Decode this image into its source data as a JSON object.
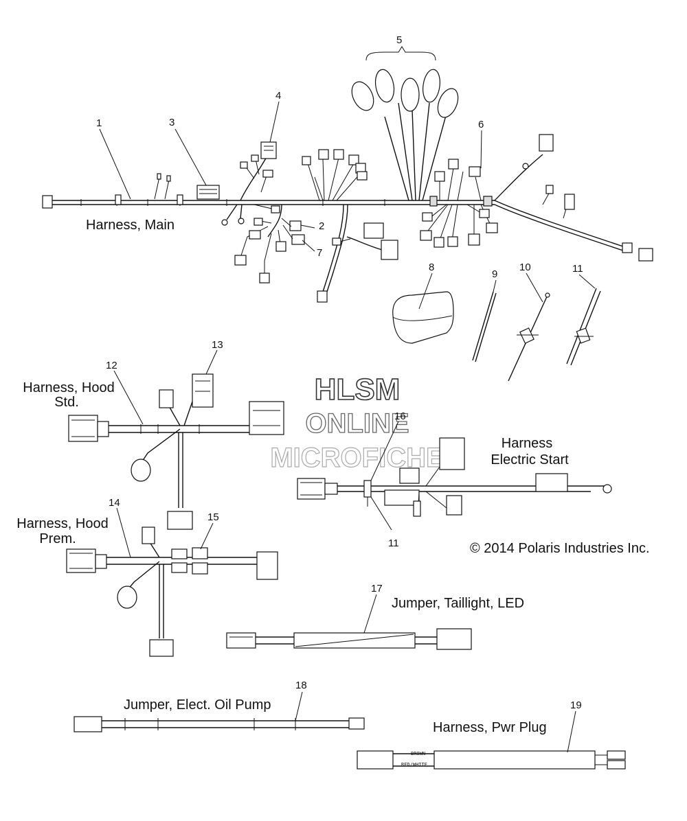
{
  "labels": {
    "harness_main": "Harness, Main",
    "harness_hood_std_1": "Harness, Hood",
    "harness_hood_std_2": "Std.",
    "harness_hood_prem_1": "Harness, Hood",
    "harness_hood_prem_2": "Prem.",
    "harness_electric_start_1": "Harness",
    "harness_electric_start_2": "Electric Start",
    "jumper_taillight": "Jumper, Taillight, LED",
    "jumper_oil_pump": "Jumper, Elect. Oil Pump",
    "harness_pwr_plug": "Harness, Pwr Plug",
    "wire_brown": "BROWN",
    "wire_red_white": "RED/WHITE",
    "copyright": "© 2014 Polaris Industries Inc."
  },
  "watermark": {
    "line1": "HLSM",
    "line2": "ONLINE",
    "line3": "MICROFICHE"
  },
  "callouts": [
    "1",
    "2",
    "3",
    "4",
    "5",
    "6",
    "7",
    "8",
    "9",
    "10",
    "11",
    "11",
    "12",
    "13",
    "14",
    "15",
    "16",
    "17",
    "18",
    "19"
  ],
  "colors": {
    "ink": "#111111",
    "paper": "#ffffff",
    "watermark": "#999999"
  }
}
